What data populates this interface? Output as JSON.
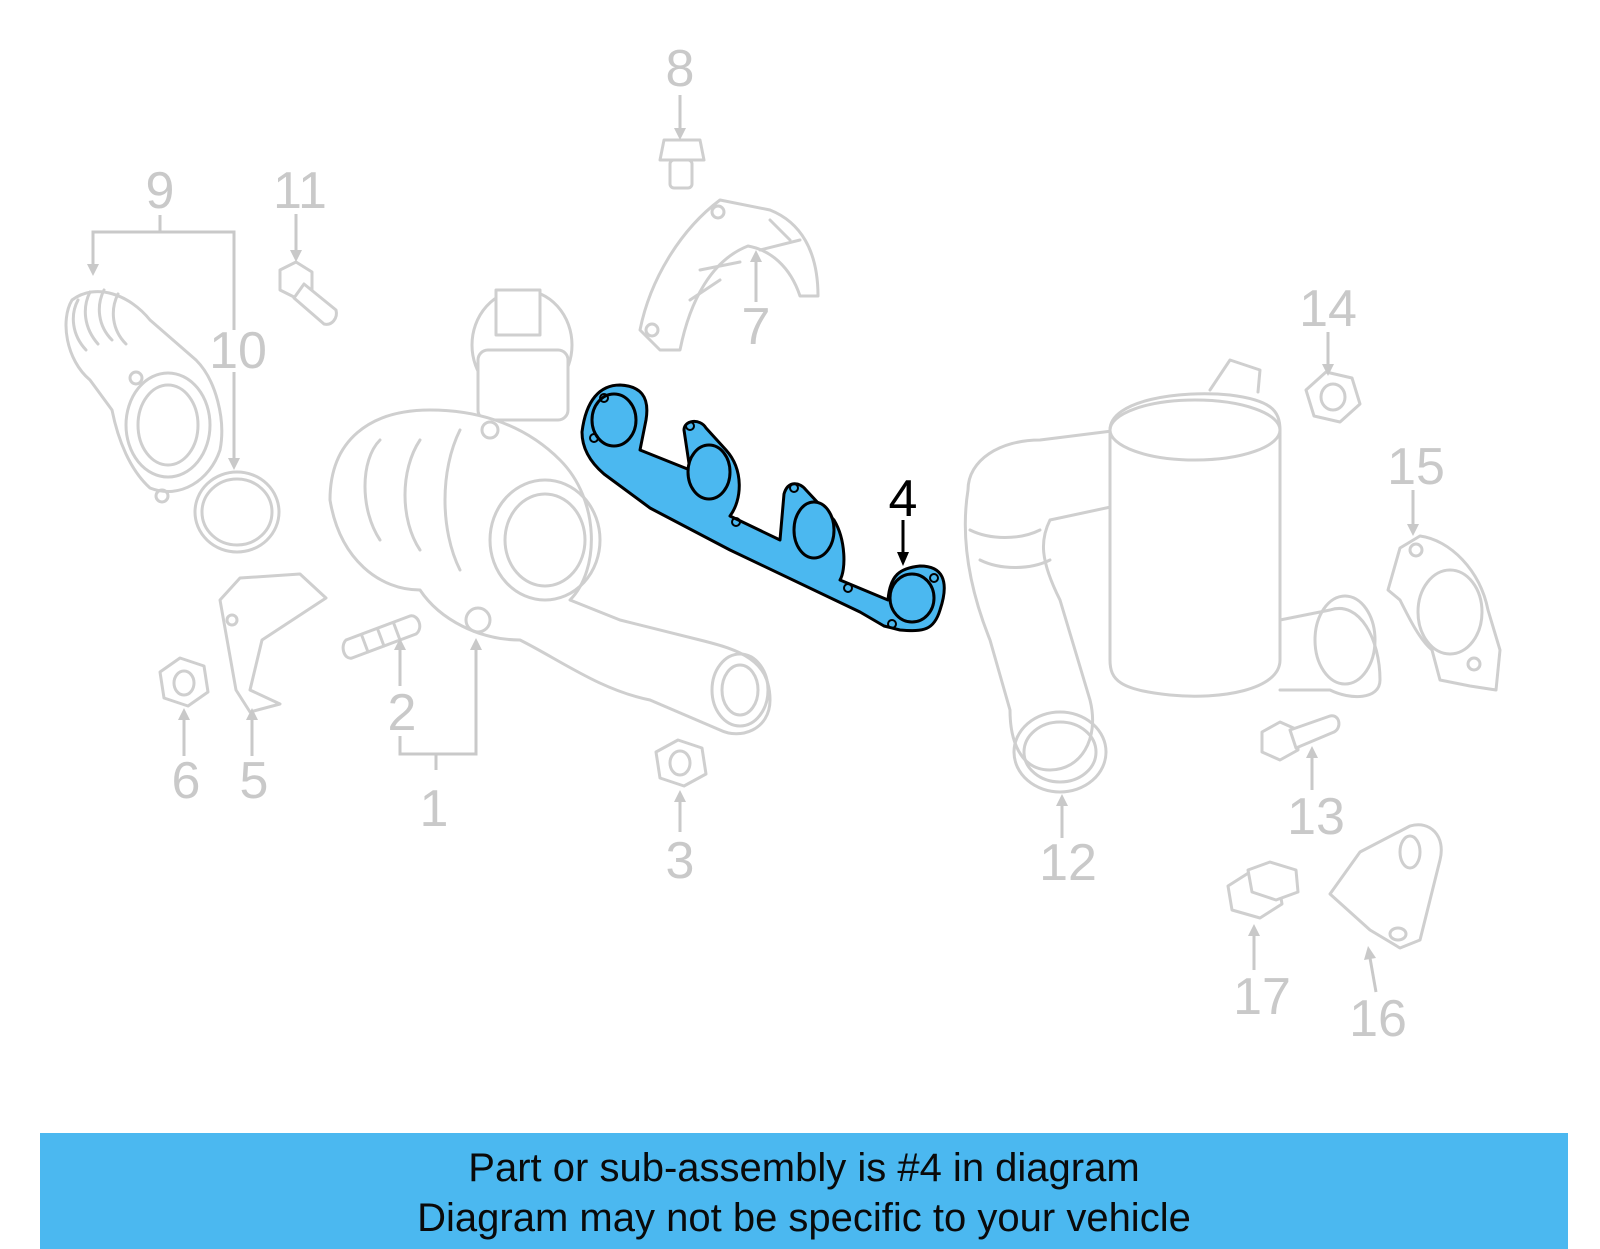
{
  "diagram": {
    "highlighted_part": "4",
    "highlight_color": "#4bb8f0",
    "ghost_color": "#cfcfcf",
    "callouts": [
      "1",
      "2",
      "3",
      "4",
      "5",
      "6",
      "7",
      "8",
      "9",
      "10",
      "11",
      "12",
      "13",
      "14",
      "15",
      "16",
      "17"
    ]
  },
  "banner": {
    "line1": "Part or sub-assembly is #4 in diagram",
    "line2": "Diagram may not be specific to your vehicle",
    "background": "#4bb8f0"
  }
}
